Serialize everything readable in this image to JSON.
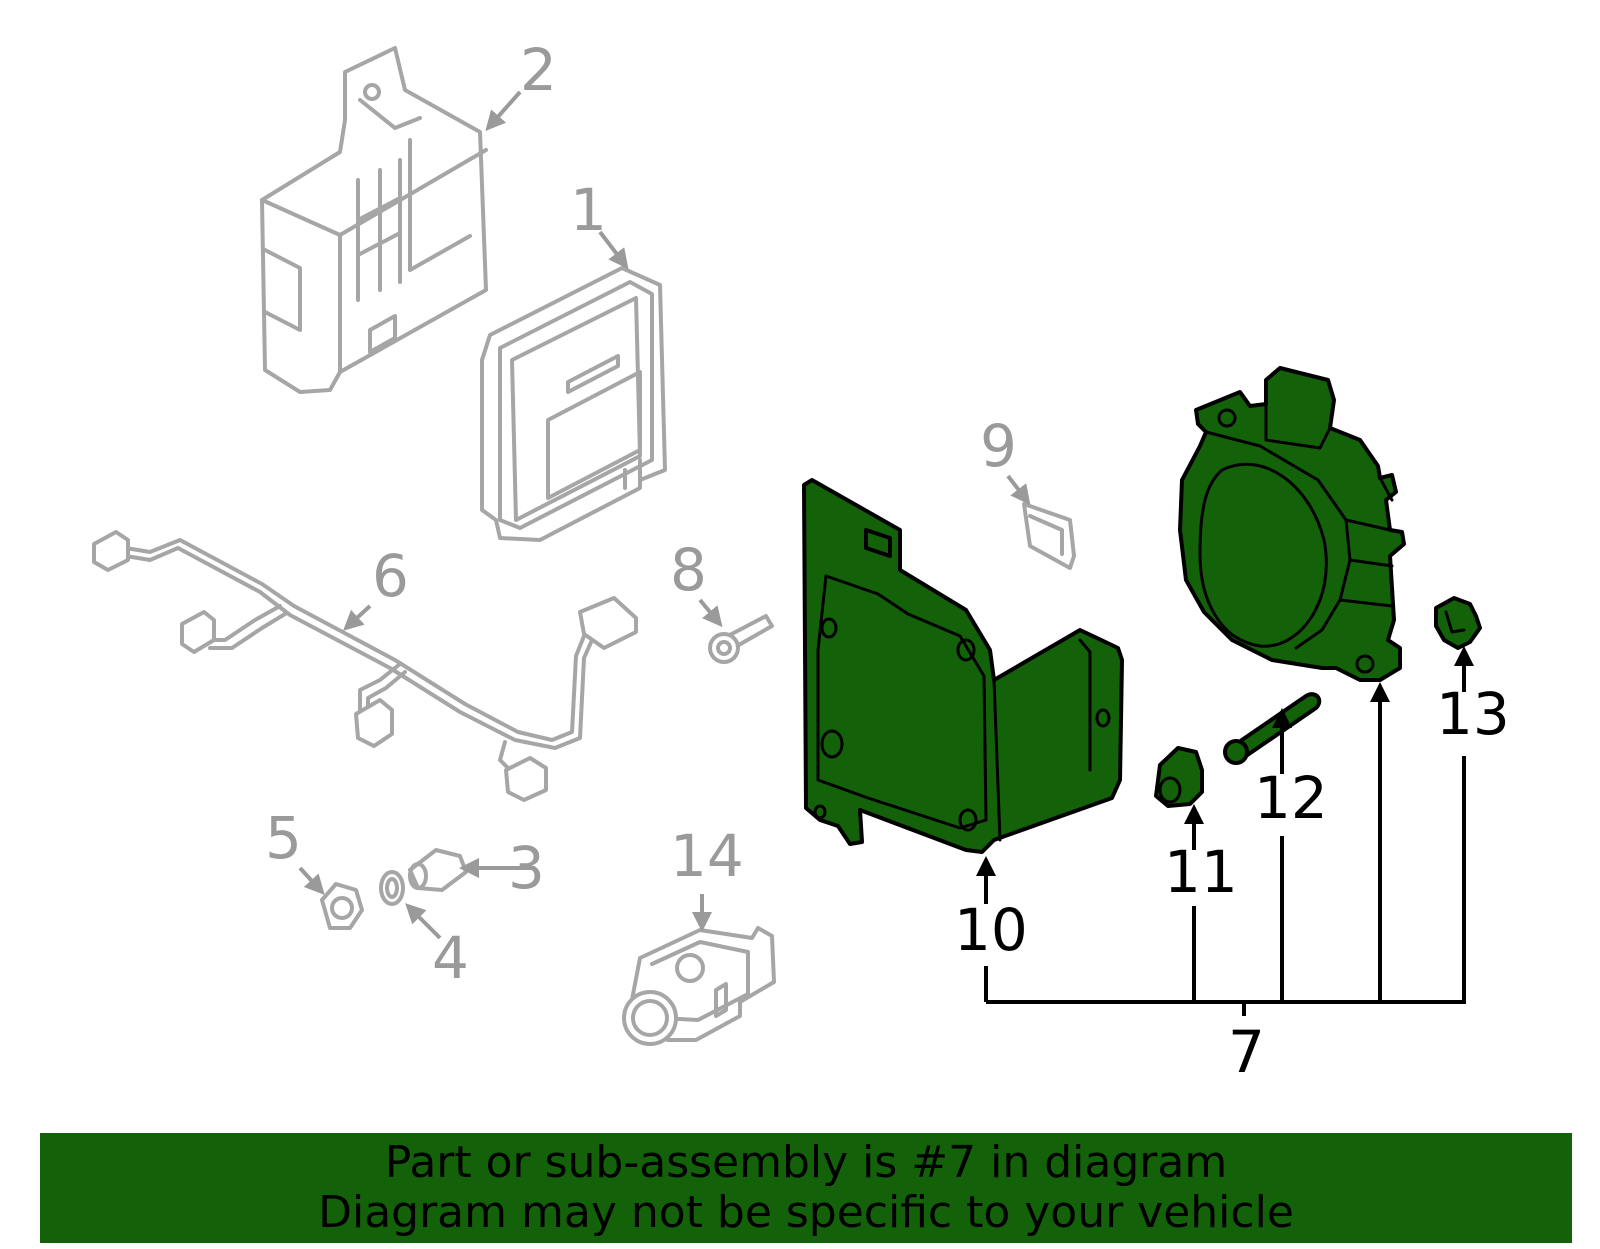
{
  "callouts": {
    "c1": "1",
    "c2": "2",
    "c3": "3",
    "c4": "4",
    "c5": "5",
    "c6": "6",
    "c7": "7",
    "c8": "8",
    "c9": "9",
    "c10": "10",
    "c11": "11",
    "c12": "12",
    "c13": "13",
    "c14": "14"
  },
  "colors": {
    "highlight": "#136108",
    "unselected_parts": "#a6a6a6",
    "selected_outline": "#000000"
  },
  "banner": {
    "line1": "Part or sub-assembly is #7 in diagram",
    "line2": "Diagram may not be specific to your vehicle"
  }
}
